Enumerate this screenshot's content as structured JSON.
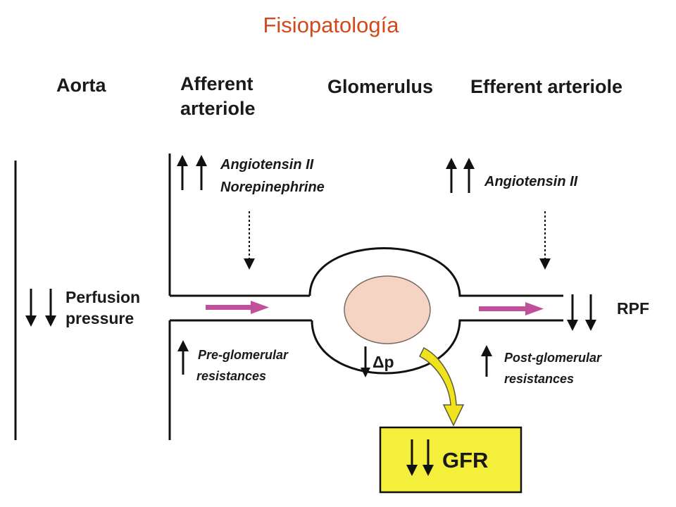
{
  "title": "Fisiopatología",
  "headers": {
    "aorta": "Aorta",
    "afferent_line1": "Afferent",
    "afferent_line2": "arteriole",
    "glomerulus": "Glomerulus",
    "efferent": "Efferent arteriole"
  },
  "afferent_stimuli": {
    "line1": "Angiotensin II",
    "line2": "Norepinephrine"
  },
  "efferent_stimuli": {
    "line1": "Angiotensin II"
  },
  "perfusion": {
    "line1": "Perfusion",
    "line2": "pressure"
  },
  "pre_glomerular": {
    "line1": "Pre-glomerular",
    "line2": "resistances"
  },
  "post_glomerular": {
    "line1": "Post-glomerular",
    "line2": "resistances"
  },
  "delta_p": "Δp",
  "rpf": "RPF",
  "gfr": "GFR",
  "colors": {
    "title": "#d2491d",
    "flow_arrow": "#c0509a",
    "gfr_box": "#f4ef3a",
    "filtration_arrow": "#f0e21c",
    "glomerulus_core": "#f6d4c4"
  }
}
